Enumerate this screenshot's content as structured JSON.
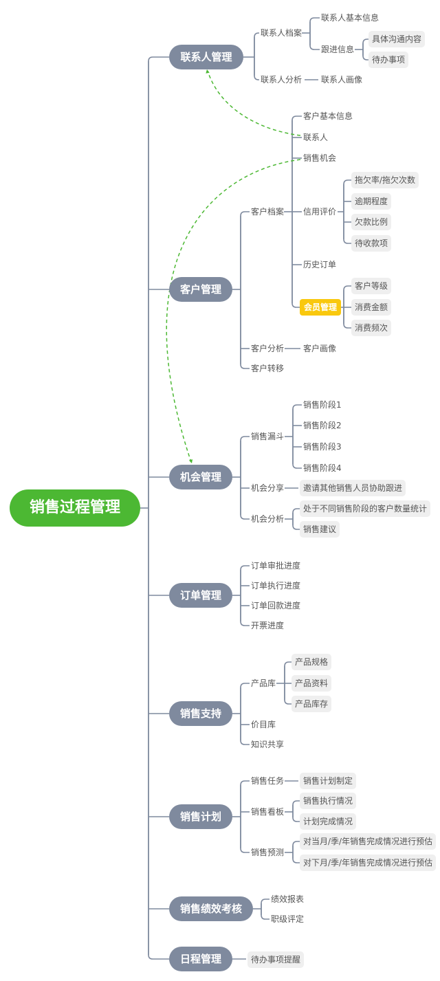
{
  "title": "销售过程管理",
  "colors": {
    "root": "#4cb833",
    "main": "#7f8a9e",
    "line": "#7f8a9e",
    "leaf_bg": "#efefef",
    "highlight": "#f9c80e",
    "relation": "#4cb833"
  },
  "branches": [
    {
      "label": "联系人管理",
      "children": [
        {
          "label": "联系人档案",
          "children": [
            {
              "label": "联系人基本信息"
            },
            {
              "label": "跟进信息",
              "children": [
                {
                  "label": "具体沟通内容"
                },
                {
                  "label": "待办事项"
                }
              ]
            }
          ]
        },
        {
          "label": "联系人分析",
          "children": [
            {
              "label": "联系人画像"
            }
          ]
        }
      ]
    },
    {
      "label": "客户管理",
      "children": [
        {
          "label": "客户档案",
          "children": [
            {
              "label": "客户基本信息"
            },
            {
              "label": "联系人"
            },
            {
              "label": "销售机会"
            },
            {
              "label": "信用评价",
              "children": [
                {
                  "label": "拖欠率/拖欠次数"
                },
                {
                  "label": "逾期程度"
                },
                {
                  "label": "欠款比例"
                },
                {
                  "label": "待收款项"
                }
              ]
            },
            {
              "label": "历史订单"
            },
            {
              "label": "会员管理",
              "highlight": true,
              "children": [
                {
                  "label": "客户等级"
                },
                {
                  "label": "消费金额"
                },
                {
                  "label": "消费频次"
                }
              ]
            }
          ]
        },
        {
          "label": "客户分析",
          "children": [
            {
              "label": "客户画像"
            }
          ]
        },
        {
          "label": "客户转移"
        }
      ]
    },
    {
      "label": "机会管理",
      "children": [
        {
          "label": "销售漏斗",
          "children": [
            {
              "label": "销售阶段1"
            },
            {
              "label": "销售阶段2"
            },
            {
              "label": "销售阶段3"
            },
            {
              "label": "销售阶段4"
            }
          ]
        },
        {
          "label": "机会分享",
          "children": [
            {
              "label": "邀请其他销售人员协助跟进"
            }
          ]
        },
        {
          "label": "机会分析",
          "children": [
            {
              "label": "处于不同销售阶段的客户数量统计"
            },
            {
              "label": "销售建议"
            }
          ]
        }
      ]
    },
    {
      "label": "订单管理",
      "children": [
        {
          "label": "订单审批进度"
        },
        {
          "label": "订单执行进度"
        },
        {
          "label": "订单回款进度"
        },
        {
          "label": "开票进度"
        }
      ]
    },
    {
      "label": "销售支持",
      "children": [
        {
          "label": "产品库",
          "children": [
            {
              "label": "产品规格"
            },
            {
              "label": "产品资料"
            },
            {
              "label": "产品库存"
            }
          ]
        },
        {
          "label": "价目库"
        },
        {
          "label": "知识共享"
        }
      ]
    },
    {
      "label": "销售计划",
      "children": [
        {
          "label": "销售任务",
          "children": [
            {
              "label": "销售计划制定"
            }
          ]
        },
        {
          "label": "销售看板",
          "children": [
            {
              "label": "销售执行情况"
            },
            {
              "label": "计划完成情况"
            }
          ]
        },
        {
          "label": "销售预测",
          "children": [
            {
              "label": "对当月/季/年销售完成情况进行预估"
            },
            {
              "label": "对下月/季/年销售完成情况进行预估"
            }
          ]
        }
      ]
    },
    {
      "label": "销售绩效考核",
      "children": [
        {
          "label": "绩效报表"
        },
        {
          "label": "职级评定"
        }
      ]
    },
    {
      "label": "日程管理",
      "children": [
        {
          "label": "待办事项提醒"
        }
      ]
    }
  ],
  "relations": [
    {
      "from": "客户管理 > 客户档案 > 联系人",
      "to": "联系人管理"
    },
    {
      "from": "客户管理 > 客户档案 > 销售机会",
      "to": "机会管理"
    }
  ]
}
